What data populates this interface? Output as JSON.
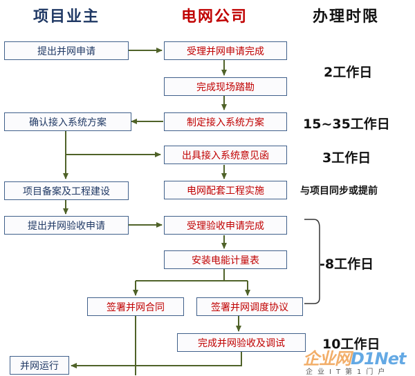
{
  "headers": {
    "owner": "项目业主",
    "grid_company": "电网公司",
    "time_limit": "办理时限"
  },
  "boxes": {
    "submit_application": "提出并网申请",
    "accept_application": "受理并网申请完成",
    "site_survey": "完成现场踏勘",
    "draft_plan": "制定接入系统方案",
    "confirm_plan": "确认接入系统方案",
    "opinion_letter": "出具接入系统意见函",
    "filing_construction": "项目备案及工程建设",
    "supporting_works": "电网配套工程实施",
    "submit_acceptance": "提出并网验收申请",
    "accept_acceptance": "受理验收申请完成",
    "install_meter": "安装电能计量表",
    "sign_contract": "签署并网合同",
    "sign_dispatch": "签署并网调度协议",
    "complete_acceptance": "完成并网验收及调试",
    "grid_operation": "并网运行"
  },
  "time_limits": {
    "t1": "2工作日",
    "t2": "15~35工作日",
    "t3": "3工作日",
    "t4": "与项目同步或提前",
    "t5": "-8工作日",
    "t6": "10工作日"
  },
  "watermark": {
    "main_a": "企业网",
    "main_b": "D1Net",
    "sub": "企业IT第1门户"
  },
  "colors": {
    "owner_text": "#1f3864",
    "grid_text": "#c00000",
    "box_border": "#3f5f8a",
    "arrow": "#4f6228"
  }
}
